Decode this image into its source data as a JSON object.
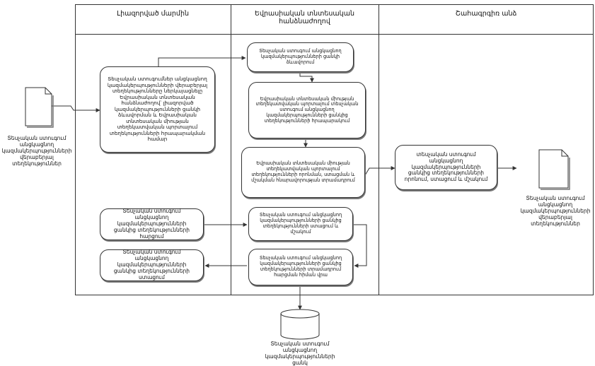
{
  "lanes": {
    "col1": "Լիազորված մարմին",
    "col2": "Եվրասիական տնտեսական հանձնաժողով",
    "col3": "Շահագրգիռ անձ"
  },
  "steps": {
    "authority_submit": "Տեսչական ստուգումներ անցկացնող կազմակերպությունների վերաբերյալ տեղեկությունները ներկայացնելը Եվրասիական տնտեսական հանձնաժողով՝ լիազորված կազմակերպությունների ցանկի ձևավորման և Եվրասիական տնտեսական միության տեղեկատվական պորտալում տեղեկությունների հրապարակման համար",
    "ec_form_list": "Տեսչական ստուգում անցկացնող կազմակերպությունների ցանկի ձևավորում",
    "ec_publish": "Եվրասիական տնտեսական միության տեղեկատվական պորտալում տեսչական ստուգում անցկացնող կազմակերպությունների ցանկից տեղեկությունների հրապարակում",
    "ec_provide": "Եվրասիական տնտեսական միության տեղեկատվական պորտալում տեղեկությունների որոնման, ստացման և մշակման հնարավորության տրամադրում",
    "party_receive": "տեսչական ստուգում անցկացնող կազմակերպությունների ցանկից տեղեկությունների որոնում, ստացում և մշակում",
    "authority_request": "Տեսչական ստուգում անցկացնող կազմակերպությունների ցանկից տեղեկությունների հարցում",
    "ec_process_request": "Տեսչական ստուգում անցկացնող կազմակերպությունների ցանկից տեղեկությունների ստացում և մշակում",
    "ec_send_response": "Տեսչական ստուգում անցկացնող կազմակերպությունների ցանկից տեղեկությունների տրամադրում հարցման հիման վրա",
    "authority_receive": "Տեսչական ստուգում անցկացնող կազմակերպությունների ցանկից տեղեկությունների ստացում"
  },
  "documents": {
    "input_doc": "Տեսչական ստուգում անցկացնող կազմակերպությունների վերաբերյալ տեղեկություններ",
    "output_doc": "Տեսչական ստուգում անցկացնող կազմակերպությունների վերաբերյալ տեղեկություններ",
    "database": "Տեսչական ստուգում անցկացնող կազմակերպությունների ցանկ"
  },
  "colors": {
    "line": "#333333",
    "fill": "#ffffff"
  }
}
